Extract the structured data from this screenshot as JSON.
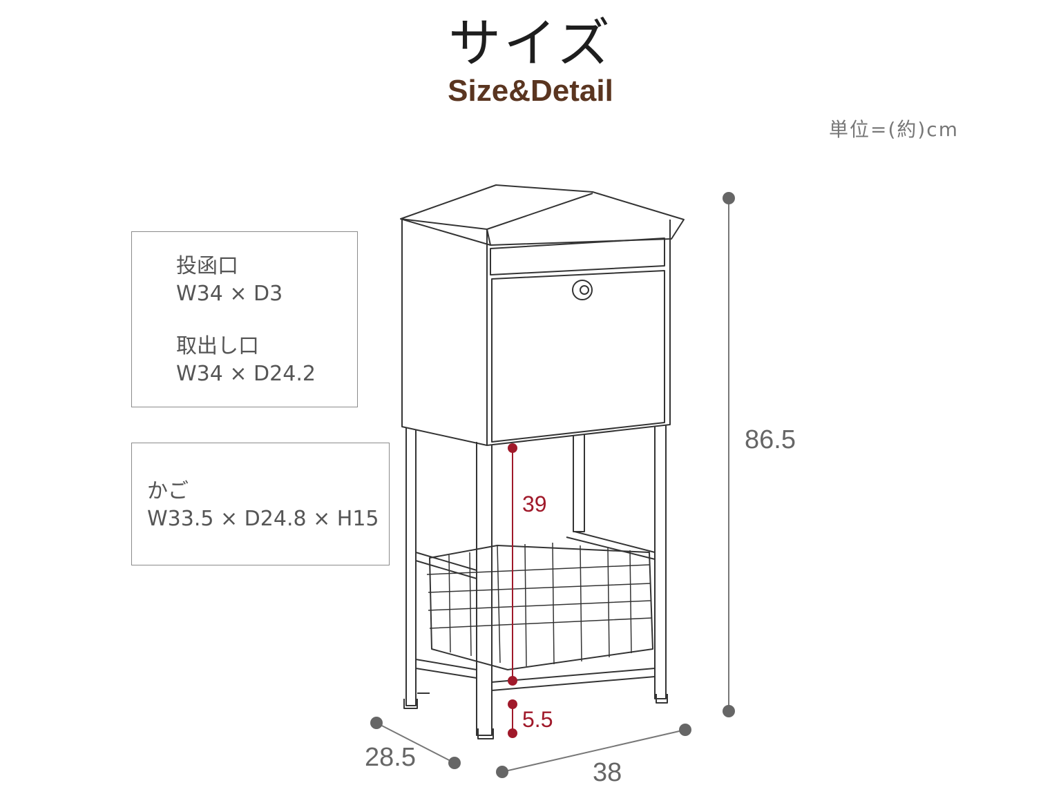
{
  "header": {
    "title": "サイズ",
    "subtitle": "Size&Detail",
    "unit": "単位=(約)cm"
  },
  "specs": {
    "mail_slot": {
      "name": "投函口",
      "size": "W34 × D3"
    },
    "takeout": {
      "name": "取出し口",
      "size": "W34 × D24.2"
    },
    "basket": {
      "name": "かご",
      "size": "W33.5 × D24.8 × H15"
    }
  },
  "dimensions": {
    "height": "86.5",
    "depth": "28.5",
    "width": "38",
    "inner_height": "39",
    "clearance": "5.5"
  },
  "colors": {
    "title": "#1e1e1e",
    "subtitle": "#5a3520",
    "dim_accent": "#a0192a",
    "dim_grey": "#777777"
  }
}
